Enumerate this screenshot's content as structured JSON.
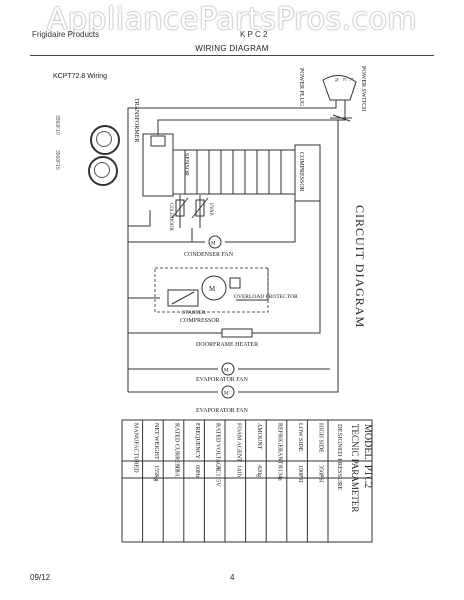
{
  "watermark": "AppliancePartsPros.com",
  "header": {
    "left": "Frigidaire Products",
    "right": "K P C 2"
  },
  "page_title": "WIRING DIAGRAM",
  "model_line": "KCPT72.8 Wiring",
  "cert_numbers": [
    "3560F10",
    "3560F15"
  ],
  "diagram": {
    "title": "CIRCUIT DIAGRAM",
    "labels": {
      "power_plug": "POWER PLUG",
      "power_switch": "POWER SWITCH",
      "transformer": "TRANSFORMER",
      "sensor": "SENSOR",
      "compressor_block": "COMPRESSOR",
      "colddoor": "COLDDOOR",
      "evap": "EVAP.",
      "condenser_fan": "CONDENSER FAN",
      "starter": "STARTER",
      "overload": "OVERLOAD PROTECTOR",
      "compressor": "COMPRESSOR",
      "doorframe_heater": "DOORFRAME HEATER",
      "evaporator_fan_1": "EVAPORATOR FAN",
      "evaporator_fan_2": "EVAPORATOR FAN",
      "plug_letters": [
        "N",
        "E",
        "L"
      ]
    }
  },
  "spec": {
    "model": "MODEL: PTC2",
    "heading": "TECNIC PARAMETER",
    "designed_pressure": "DESIGNED PRESSURE",
    "rows": [
      {
        "label": "HIGH SIDE",
        "value": "350PSI"
      },
      {
        "label": "LOW SIDE",
        "value": "190PSI"
      },
      {
        "label": "REFRIGERANT",
        "value": "R134a"
      },
      {
        "label": "AMOUNT",
        "value": "420g"
      },
      {
        "label": "FOAM AGENT",
        "value": "141b"
      },
      {
        "label": "RATED VOLTAGE",
        "value": "AC115V"
      },
      {
        "label": "FREQUENCY",
        "value": "60Hz"
      },
      {
        "label": "RATED CURRENT",
        "value": "9.8A"
      },
      {
        "label": "NET WEIGHT",
        "value": "155Kg"
      },
      {
        "label": "MANUFACTURED",
        "value": ""
      }
    ]
  },
  "footer": {
    "date": "09/12",
    "page": "4"
  }
}
